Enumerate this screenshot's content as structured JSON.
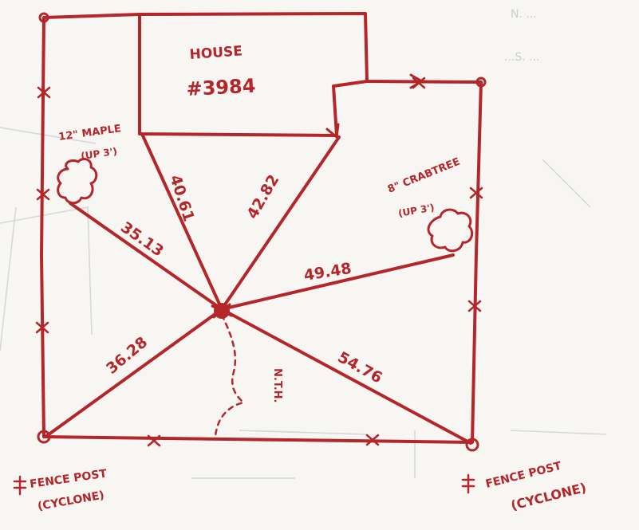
{
  "house": {
    "label": "HOUSE",
    "number": "#3984"
  },
  "trees": {
    "maple": {
      "line1": "12\" MAPLE",
      "line2": "(UP 3')"
    },
    "crabtree": {
      "line1": "8\" CRABTREE",
      "line2": "(UP 3')"
    }
  },
  "measurements": {
    "to_maple": "35.13",
    "to_house_left": "40.61",
    "to_house_right": "42.82",
    "to_crabtree": "49.48",
    "to_fence_left": "36.28",
    "to_fence_right": "54.76"
  },
  "north_marker": "N.T.H.",
  "fence_posts": {
    "left": {
      "label": "FENCE POST",
      "note": "(CYCLONE)"
    },
    "right": {
      "label": "FENCE POST",
      "note": "(CYCLONE)"
    }
  },
  "background_text": {
    "line1": "N. ...",
    "line2": "...S. ..."
  },
  "colors": {
    "ink": "#b5262a",
    "paper": "#f7f6f2",
    "ghost": "#c9cdd2"
  },
  "icons": {
    "center_stake": "center-stake-icon",
    "centerline_symbol": "centerline-symbol-icon"
  }
}
